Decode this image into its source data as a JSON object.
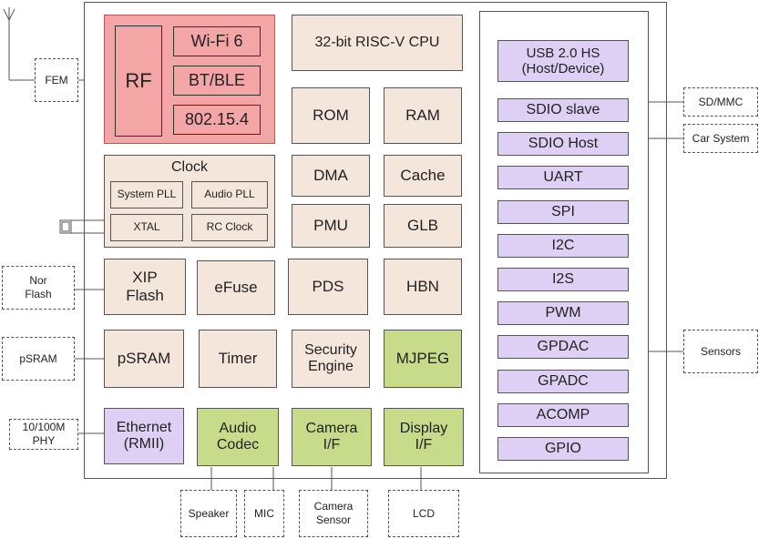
{
  "chip": {
    "rf": {
      "label": "RF",
      "wifi": "Wi-Fi 6",
      "bt": "BT/BLE",
      "zigbee": "802.15.4"
    },
    "cpu": "32-bit RISC-V CPU",
    "rom": "ROM",
    "ram": "RAM",
    "dma": "DMA",
    "cache": "Cache",
    "pmu": "PMU",
    "glb": "GLB",
    "clock": {
      "title": "Clock",
      "system_pll": "System PLL",
      "audio_pll": "Audio PLL",
      "xtal": "XTAL",
      "rc_clock": "RC Clock"
    },
    "xip_flash": [
      "XIP",
      "Flash"
    ],
    "efuse": "eFuse",
    "pds": "PDS",
    "hbn": "HBN",
    "psram": "pSRAM",
    "timer": "Timer",
    "security_engine": [
      "Security",
      "Engine"
    ],
    "mjpeg": "MJPEG",
    "ethernet": [
      "Ethernet",
      "(RMII)"
    ],
    "audio_codec": [
      "Audio",
      "Codec"
    ],
    "camera_if": [
      "Camera",
      "I/F"
    ],
    "display_if": [
      "Display",
      "I/F"
    ]
  },
  "peripherals": {
    "usb": [
      "USB 2.0 HS",
      "(Host/Device)"
    ],
    "items": [
      "SDIO slave",
      "SDIO Host",
      "UART",
      "SPI",
      "I2C",
      "I2S",
      "PWM",
      "GPDAC",
      "GPADC",
      "ACOMP",
      "GPIO"
    ]
  },
  "external": {
    "fem": "FEM",
    "nor_flash": [
      "Nor",
      "Flash"
    ],
    "psram": "pSRAM",
    "phy": [
      "10/100M",
      "PHY"
    ],
    "sd_mmc": "SD/MMC",
    "car_system": "Car System",
    "sensors": "Sensors",
    "speaker": "Speaker",
    "mic": "MIC",
    "camera_sensor": [
      "Camera",
      "Sensor"
    ],
    "lcd": "LCD"
  },
  "colors": {
    "rf": "#f4a6a6",
    "core": "#f5e6dc",
    "green": "#c7db8a",
    "purple": "#ddd0f4"
  }
}
